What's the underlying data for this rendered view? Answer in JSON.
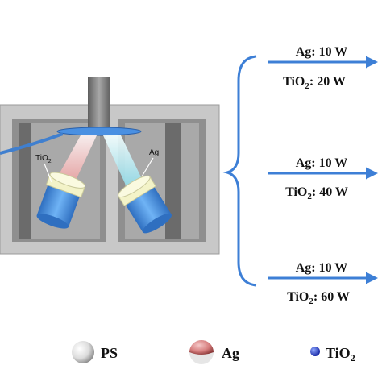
{
  "labels": {
    "tio2_target": "TiO2",
    "ag_target": "Ag"
  },
  "conditions": [
    {
      "ag": "Ag: 10 W",
      "tio2_prefix": "TiO",
      "tio2_sub": "2",
      "tio2_suffix": ": 20 W"
    },
    {
      "ag": "Ag: 10 W",
      "tio2_prefix": "TiO",
      "tio2_sub": "2",
      "tio2_suffix": ": 40 W"
    },
    {
      "ag": "Ag: 10 W",
      "tio2_prefix": "TiO",
      "tio2_sub": "2",
      "tio2_suffix": ": 60 W"
    }
  ],
  "legend": [
    {
      "label": "PS",
      "icon": "white-sphere-icon"
    },
    {
      "label": "Ag",
      "icon": "half-coated-sphere-icon"
    },
    {
      "label_prefix": "TiO",
      "label_sub": "2",
      "icon": "blue-dot-icon"
    }
  ],
  "colors": {
    "arrow": "#3d7fd6",
    "chamber": "#c8c8c8",
    "chamber_dark": "#5a5a5a",
    "gun": "#4a90e2",
    "collar": "#f3f3c8",
    "plasma_tio2": "#f2b8b8",
    "plasma_ag": "#a8e6f0"
  }
}
